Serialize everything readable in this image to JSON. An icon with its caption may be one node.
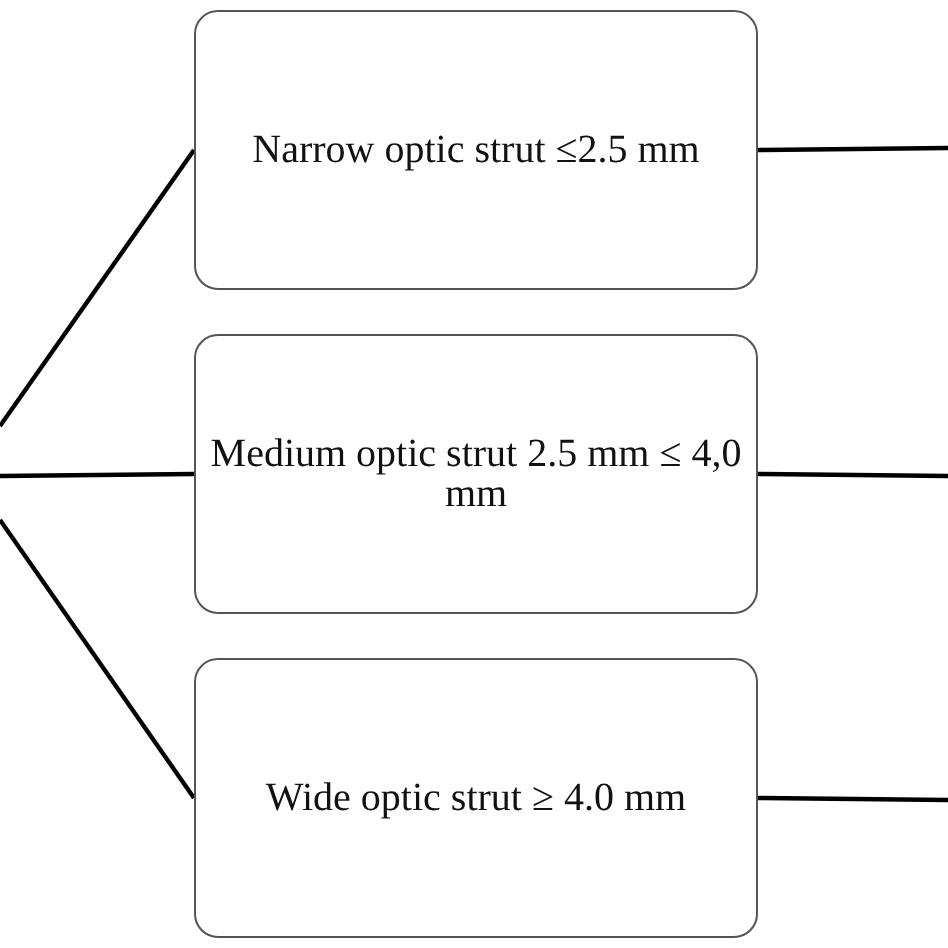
{
  "diagram": {
    "nodes": [
      {
        "text": [
          "Narrow optic strut ≤2.5 mm"
        ]
      },
      {
        "text": [
          "Medium optic strut 2.5 mm ≤ 4,0 mm"
        ]
      },
      {
        "text": [
          "Wide optic strut ≥ 4.0 mm"
        ]
      }
    ],
    "edges": [
      {
        "from": null,
        "to": 0,
        "arrow": "none"
      },
      {
        "from": null,
        "to": 1,
        "arrow": "none"
      },
      {
        "from": null,
        "to": 2,
        "arrow": "none"
      },
      {
        "from": 0,
        "to": null,
        "arrow": "none"
      },
      {
        "from": 1,
        "to": null,
        "arrow": "none"
      },
      {
        "from": 2,
        "to": null,
        "arrow": "none"
      }
    ]
  }
}
